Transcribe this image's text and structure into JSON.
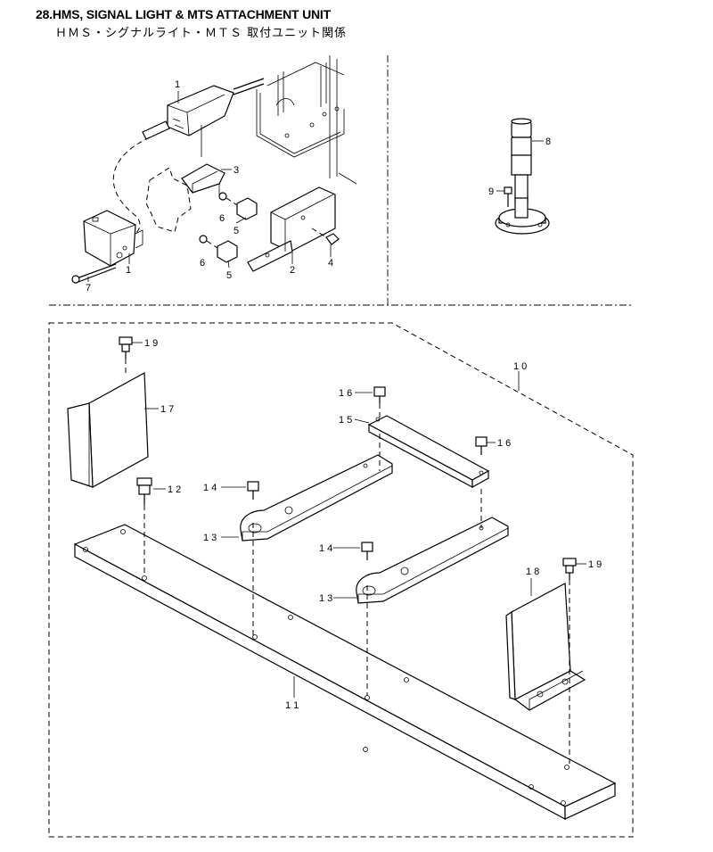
{
  "title": {
    "en": "28.HMS, SIGNAL LIGHT & MTS ATTACHMENT UNIT",
    "jp": "ＨＭＳ・シグナルライト・ＭＴＳ 取付ユニット関係"
  },
  "callouts": {
    "c1a": "1",
    "c1b": "1",
    "c2": "2",
    "c3": "3",
    "c4": "4",
    "c5a": "5",
    "c5b": "5",
    "c6a": "6",
    "c6b": "6",
    "c7": "7",
    "c8": "8",
    "c9": "9",
    "c10": "1 0",
    "c11": "1 1",
    "c12": "1 2",
    "c13a": "1 3",
    "c13b": "1 3",
    "c14a": "1 4",
    "c14b": "1 4",
    "c15": "1 5",
    "c16a": "1 6",
    "c16b": "1 6",
    "c17": "1 7",
    "c18": "1 8",
    "c19a": "1 9",
    "c19b": "1 9"
  }
}
